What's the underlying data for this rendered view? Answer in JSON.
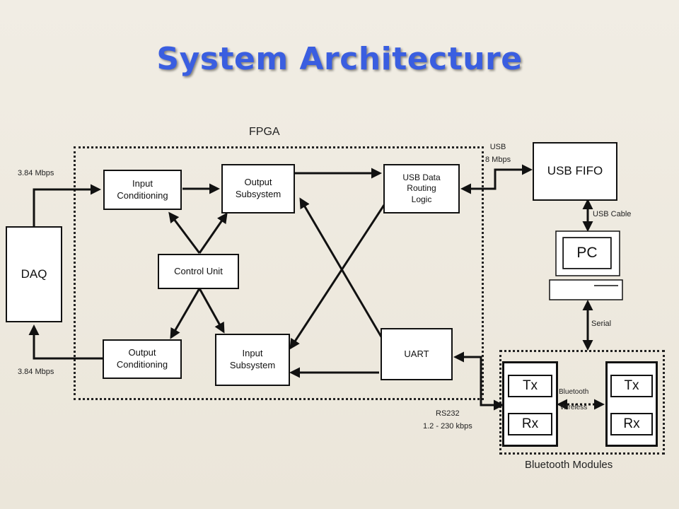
{
  "title": "System Architecture",
  "regions": {
    "fpga": "FPGA",
    "bluetooth_modules": "Bluetooth Modules"
  },
  "blocks": {
    "daq": "DAQ",
    "input_conditioning": "Input\nConditioning",
    "output_subsystem": "Output\nSubsystem",
    "usb_routing": "USB Data\nRouting\nLogic",
    "control_unit": "Control Unit",
    "output_conditioning": "Output\nConditioning",
    "input_subsystem": "Input\nSubsystem",
    "uart": "UART",
    "usb_fifo": "USB FIFO",
    "pc": "PC",
    "tx_left": "Tx",
    "rx_left": "Rx",
    "tx_right": "Tx",
    "rx_right": "Rx"
  },
  "labels": {
    "rate_top": "3.84 Mbps",
    "rate_bottom": "3.84 Mbps",
    "usb_speed": "USB\n8 Mbps",
    "usb_cable": "USB Cable",
    "serial": "Serial",
    "rs232": "RS232\n1.2 - 230 kbps",
    "bluetooth_wireless": "Bluetooth\n\nWireless"
  },
  "colors": {
    "title": "#3a5ee0",
    "background": "#efebe2",
    "line": "#111111"
  }
}
